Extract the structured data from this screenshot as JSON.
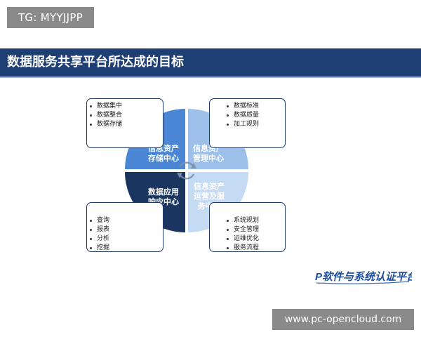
{
  "tag": "TG: MYYJJPP",
  "title": "数据服务共享平台所达成的目标",
  "quadrants": {
    "tl": [
      "信息资产",
      "存储中心"
    ],
    "tr": [
      "信息资产",
      "管理中心"
    ],
    "bl": [
      "数据应用",
      "响应中心"
    ],
    "br": [
      "信息资产",
      "运营及服",
      "务中心"
    ]
  },
  "boxes": {
    "tl": [
      "数据集中",
      "数据整合",
      "数据存储"
    ],
    "tr": [
      "数据标准",
      "数据质量",
      "加工规则"
    ],
    "bl": [
      "查询",
      "报表",
      "分析",
      "挖掘"
    ],
    "br": [
      "系统规划",
      "安全管理",
      "运维优化",
      "服务流程"
    ]
  },
  "logo_text": "P软件与系统认证平台",
  "watermark": "www.pc-opencloud.com",
  "colors": {
    "band": "#1e3f73",
    "q_tl": "#4a86d4",
    "q_tr": "#9cc0ea",
    "q_bl": "#1a3560",
    "q_br": "#c5daf3",
    "box_border": "#1d3a6b"
  }
}
